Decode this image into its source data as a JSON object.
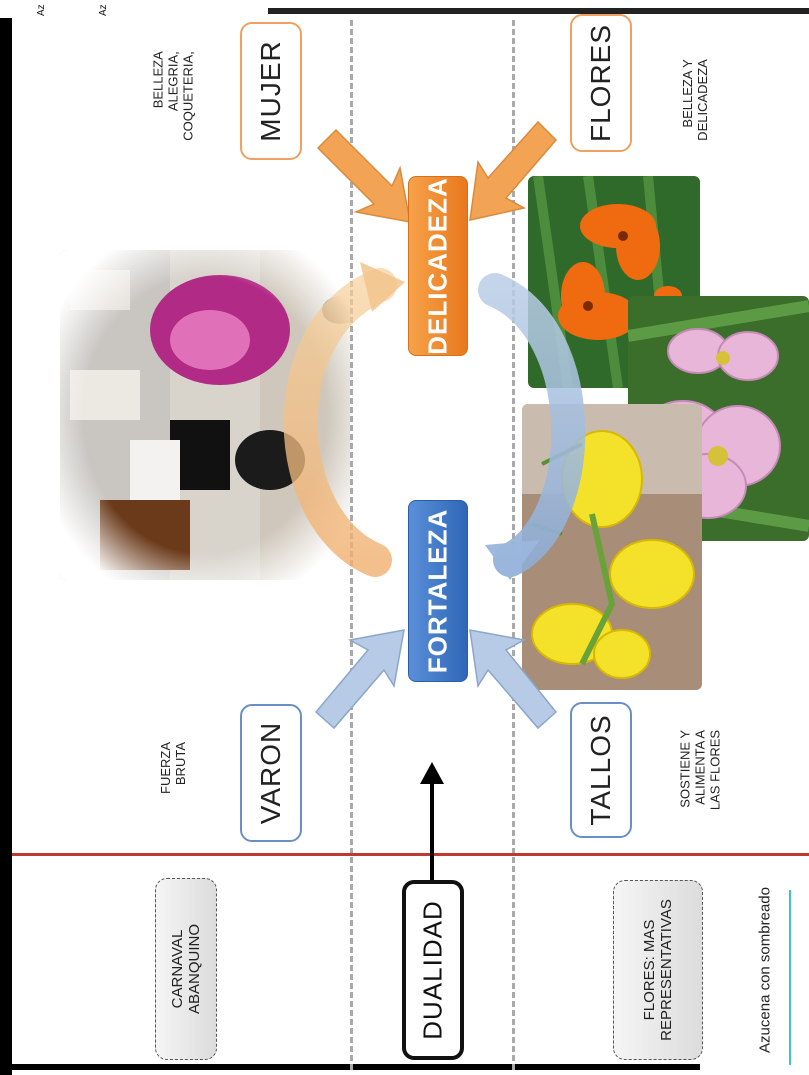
{
  "top_strip": {
    "left_text": "Az",
    "right_text": "Az"
  },
  "row_top": {
    "boxes": [
      {
        "label": "MUJER",
        "note": "BELLEZA\nALEGRIA,\nCOQUETERIA,"
      },
      {
        "label": "VARON",
        "note": "FUERZA\nBRUTA"
      }
    ],
    "category": "CARNAVAL\nABANQUINO"
  },
  "row_middle": {
    "upper_center": "DELICADEZA",
    "lower_center": "FORTALEZA",
    "dual_label": "DUALIDAD"
  },
  "row_bottom": {
    "boxes": [
      {
        "label": "FLORES",
        "note": "BELLEZA Y\nDELICADEZA"
      },
      {
        "label": "TALLOS",
        "note": "SOSTIENE Y\nALIMENTA A\nLAS FLORES"
      }
    ],
    "category": "FLORES: MAS\nREPRESENTATIVAS",
    "caption": "Azucena con sombreado"
  },
  "colors": {
    "orange": "#e9781c",
    "blue": "#2f67b7",
    "red_line": "#c0392b",
    "cyan_line": "#3fc1d0"
  }
}
